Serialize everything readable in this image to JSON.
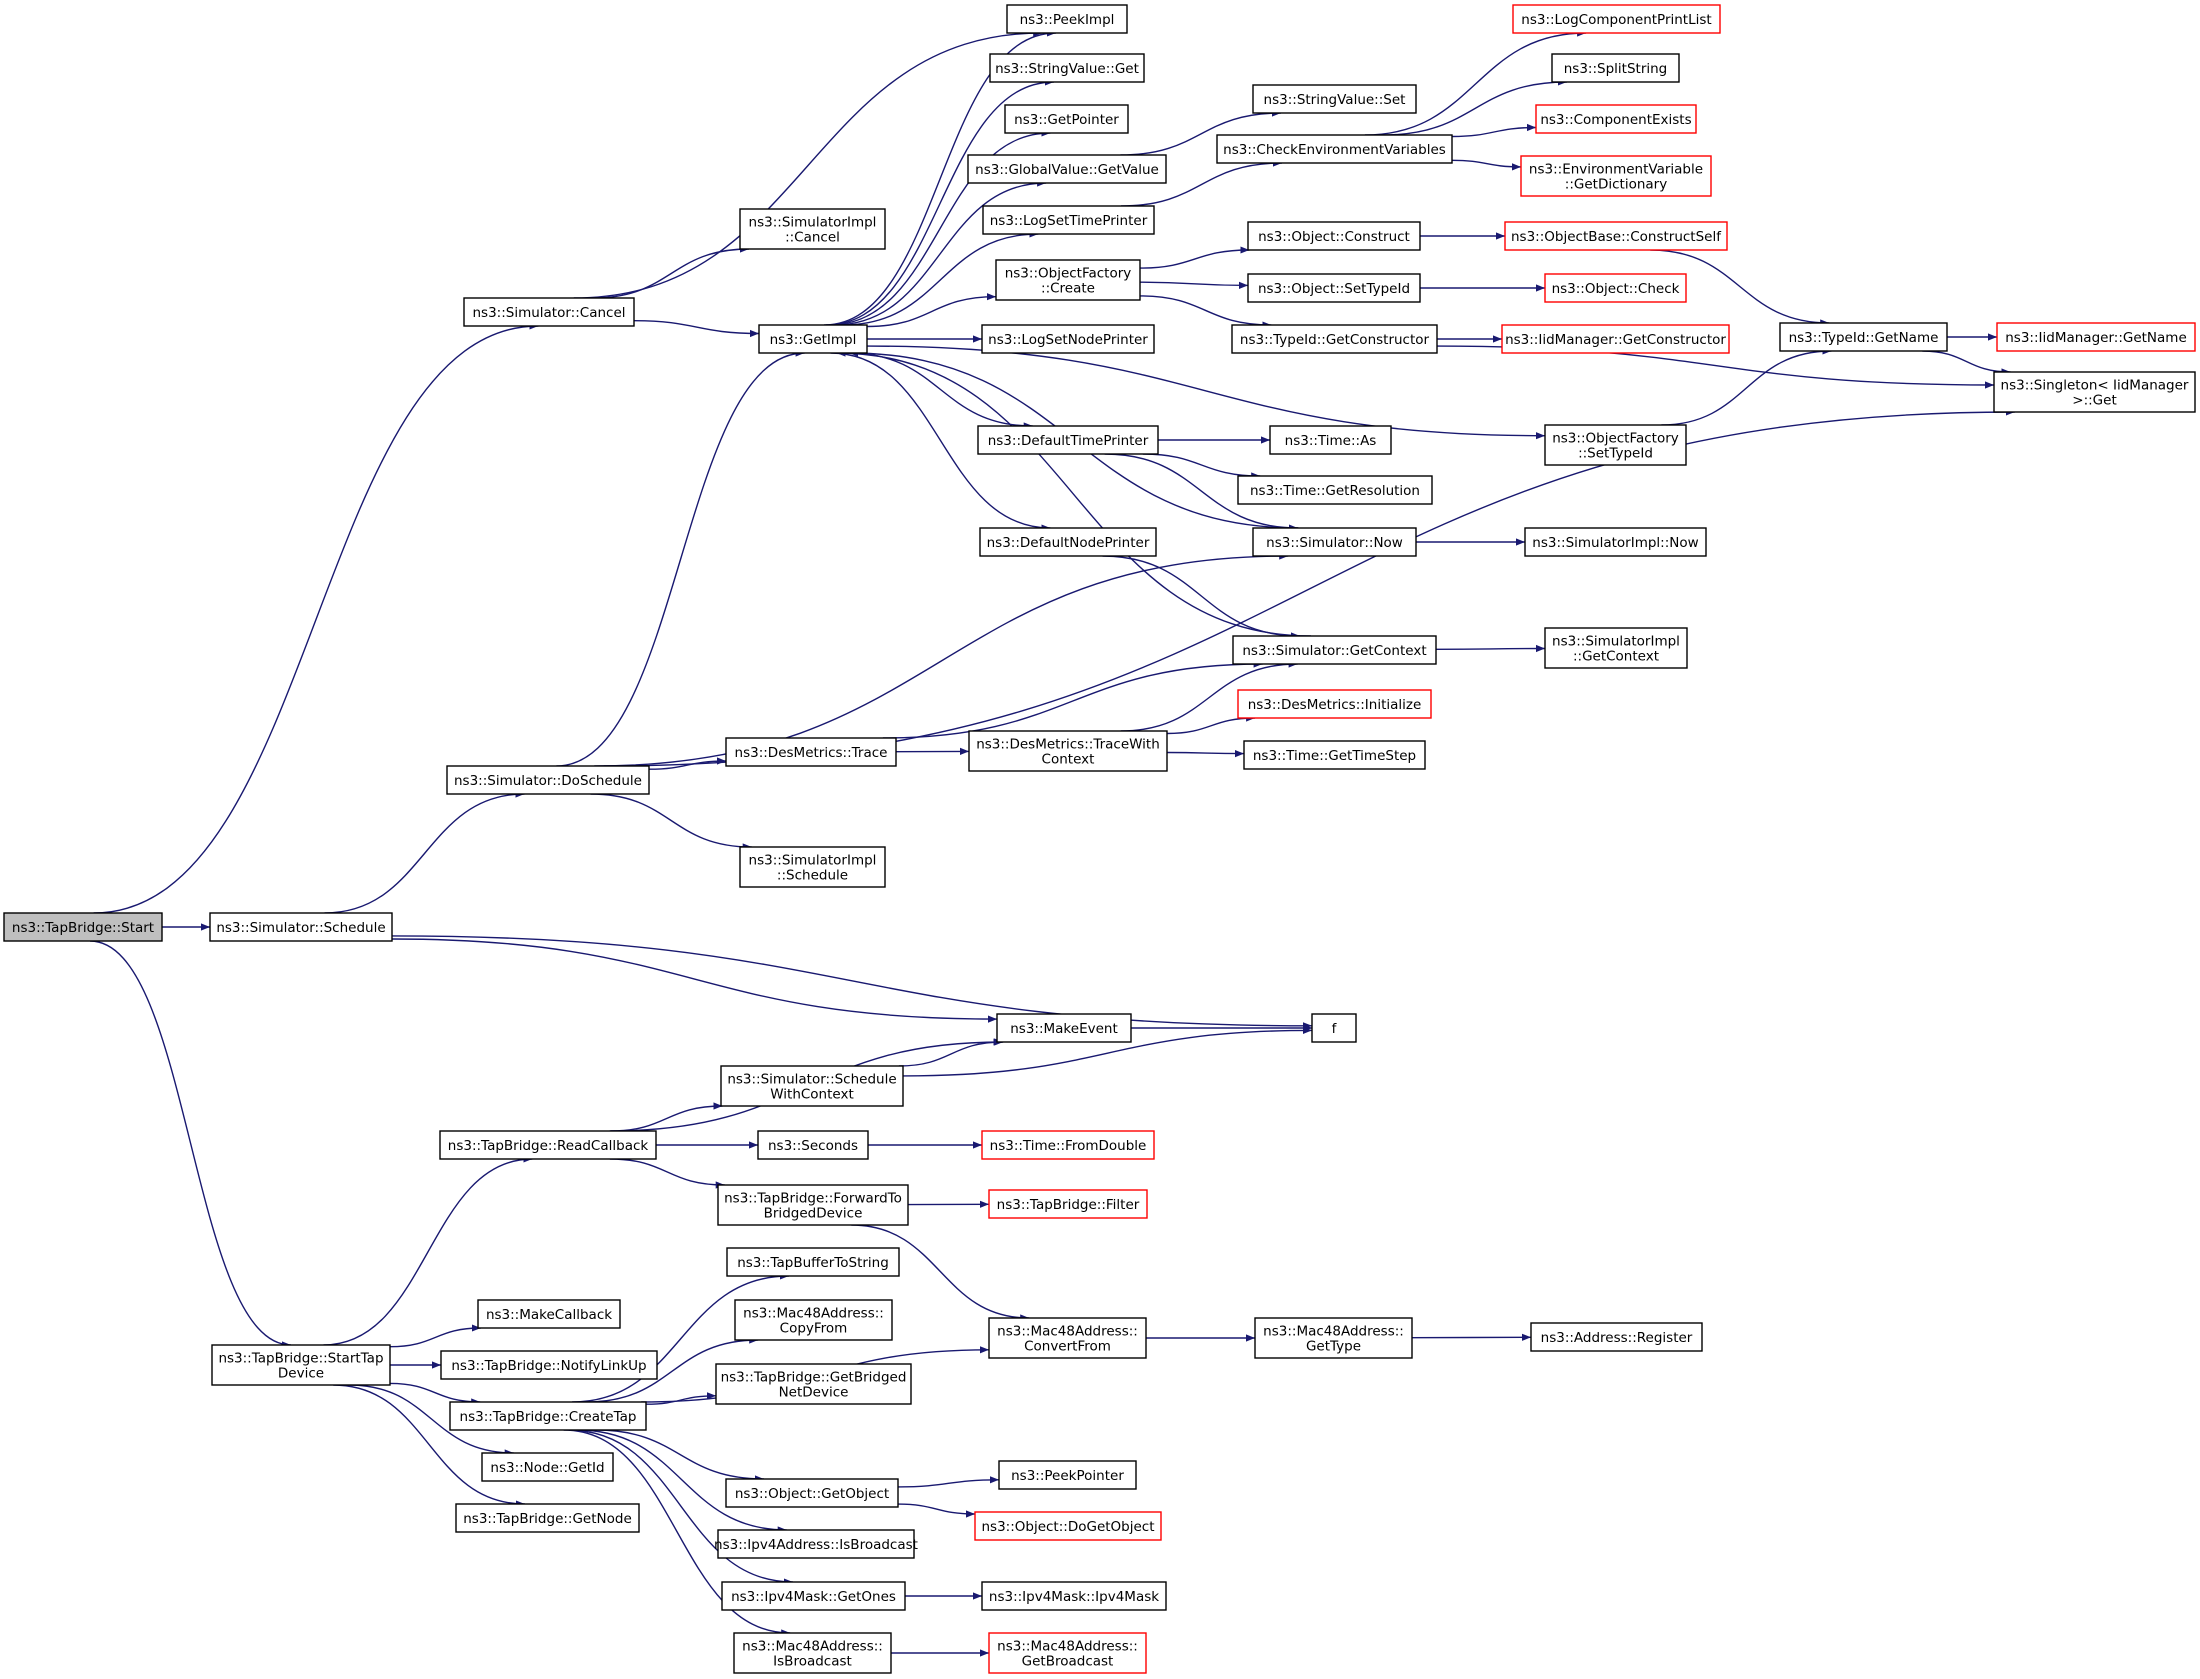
{
  "colors": {
    "edge": "#191970",
    "root_fill": "#bfbfbf",
    "truncated_border": "#ff0000",
    "border": "#000000"
  },
  "nodes": {
    "start": {
      "lines": [
        "ns3::TapBridge::Start"
      ],
      "root": true
    },
    "schedule": {
      "lines": [
        "ns3::Simulator::Schedule"
      ]
    },
    "starttapdevice": {
      "lines": [
        "ns3::TapBridge::StartTap",
        "Device"
      ]
    },
    "cancel": {
      "lines": [
        "ns3::Simulator::Cancel"
      ]
    },
    "doschedule": {
      "lines": [
        "ns3::Simulator::DoSchedule"
      ]
    },
    "readcallback": {
      "lines": [
        "ns3::TapBridge::ReadCallback"
      ]
    },
    "makecallback": {
      "lines": [
        "ns3::MakeCallback"
      ]
    },
    "notifylinkup": {
      "lines": [
        "ns3::TapBridge::NotifyLinkUp"
      ]
    },
    "createtap": {
      "lines": [
        "ns3::TapBridge::CreateTap"
      ]
    },
    "nodegetid": {
      "lines": [
        "ns3::Node::GetId"
      ]
    },
    "getnode": {
      "lines": [
        "ns3::TapBridge::GetNode"
      ]
    },
    "implcancel": {
      "lines": [
        "ns3::SimulatorImpl",
        "::Cancel"
      ]
    },
    "getimpl": {
      "lines": [
        "ns3::GetImpl"
      ]
    },
    "destrace": {
      "lines": [
        "ns3::DesMetrics::Trace"
      ]
    },
    "implschedule": {
      "lines": [
        "ns3::SimulatorImpl",
        "::Schedule"
      ]
    },
    "makeevent": {
      "lines": [
        "ns3::MakeEvent"
      ]
    },
    "schedwithctx": {
      "lines": [
        "ns3::Simulator::Schedule",
        "WithContext"
      ]
    },
    "seconds": {
      "lines": [
        "ns3::Seconds"
      ]
    },
    "forwardto": {
      "lines": [
        "ns3::TapBridge::ForwardTo",
        "BridgedDevice"
      ]
    },
    "tapbuffer": {
      "lines": [
        "ns3::TapBufferToString"
      ]
    },
    "mac48copy": {
      "lines": [
        "ns3::Mac48Address::",
        "CopyFrom"
      ]
    },
    "getbridged": {
      "lines": [
        "ns3::TapBridge::GetBridged",
        "NetDevice"
      ]
    },
    "getobject": {
      "lines": [
        "ns3::Object::GetObject"
      ]
    },
    "ipv4bcast": {
      "lines": [
        "ns3::Ipv4Address::IsBroadcast"
      ]
    },
    "ipv4ones": {
      "lines": [
        "ns3::Ipv4Mask::GetOnes"
      ]
    },
    "mac48isbcast": {
      "lines": [
        "ns3::Mac48Address::",
        "IsBroadcast"
      ]
    },
    "peekimpl": {
      "lines": [
        "ns3::PeekImpl"
      ]
    },
    "strget": {
      "lines": [
        "ns3::StringValue::Get"
      ]
    },
    "getpointer": {
      "lines": [
        "ns3::GetPointer"
      ]
    },
    "gvgetvalue": {
      "lines": [
        "ns3::GlobalValue::GetValue"
      ]
    },
    "logsettime": {
      "lines": [
        "ns3::LogSetTimePrinter"
      ]
    },
    "ofcreate": {
      "lines": [
        "ns3::ObjectFactory",
        "::Create"
      ]
    },
    "logsetnode": {
      "lines": [
        "ns3::LogSetNodePrinter"
      ]
    },
    "deftimeprinter": {
      "lines": [
        "ns3::DefaultTimePrinter"
      ]
    },
    "defnodeprinter": {
      "lines": [
        "ns3::DefaultNodePrinter"
      ]
    },
    "tracewithctx": {
      "lines": [
        "ns3::DesMetrics::TraceWith",
        "Context"
      ]
    },
    "f": {
      "lines": [
        "f"
      ]
    },
    "fromdouble": {
      "lines": [
        "ns3::Time::FromDouble"
      ],
      "red": true
    },
    "filter": {
      "lines": [
        "ns3::TapBridge::Filter"
      ],
      "red": true
    },
    "mac48convert": {
      "lines": [
        "ns3::Mac48Address::",
        "ConvertFrom"
      ]
    },
    "peekpointer": {
      "lines": [
        "ns3::PeekPointer"
      ]
    },
    "dogetobject": {
      "lines": [
        "ns3::Object::DoGetObject"
      ],
      "red": true
    },
    "ipv4mask": {
      "lines": [
        "ns3::Ipv4Mask::Ipv4Mask"
      ]
    },
    "mac48getbcast": {
      "lines": [
        "ns3::Mac48Address::",
        "GetBroadcast"
      ],
      "red": true
    },
    "strset": {
      "lines": [
        "ns3::StringValue::Set"
      ]
    },
    "checkenv": {
      "lines": [
        "ns3::CheckEnvironmentVariables"
      ]
    },
    "objconstruct": {
      "lines": [
        "ns3::Object::Construct"
      ]
    },
    "objsettypeid": {
      "lines": [
        "ns3::Object::SetTypeId"
      ]
    },
    "typeidgetctor": {
      "lines": [
        "ns3::TypeId::GetConstructor"
      ]
    },
    "timeas": {
      "lines": [
        "ns3::Time::As"
      ]
    },
    "timegetres": {
      "lines": [
        "ns3::Time::GetResolution"
      ]
    },
    "simnow": {
      "lines": [
        "ns3::Simulator::Now"
      ]
    },
    "simgetctx": {
      "lines": [
        "ns3::Simulator::GetContext"
      ]
    },
    "desinit": {
      "lines": [
        "ns3::DesMetrics::Initialize"
      ],
      "red": true
    },
    "gettimestep": {
      "lines": [
        "ns3::Time::GetTimeStep"
      ]
    },
    "mac48gettype": {
      "lines": [
        "ns3::Mac48Address::",
        "GetType"
      ]
    },
    "logcomplist": {
      "lines": [
        "ns3::LogComponentPrintList"
      ],
      "red": true
    },
    "splitstring": {
      "lines": [
        "ns3::SplitString"
      ]
    },
    "compexists": {
      "lines": [
        "ns3::ComponentExists"
      ],
      "red": true
    },
    "envgetdict": {
      "lines": [
        "ns3::EnvironmentVariable",
        "::GetDictionary"
      ],
      "red": true
    },
    "constructself": {
      "lines": [
        "ns3::ObjectBase::ConstructSelf"
      ],
      "red": true
    },
    "objcheck": {
      "lines": [
        "ns3::Object::Check"
      ],
      "red": true
    },
    "iidgetctor": {
      "lines": [
        "ns3::IidManager::GetConstructor"
      ],
      "red": true
    },
    "ofsettypeid": {
      "lines": [
        "ns3::ObjectFactory",
        "::SetTypeId"
      ]
    },
    "implnow": {
      "lines": [
        "ns3::SimulatorImpl::Now"
      ]
    },
    "implgetctx": {
      "lines": [
        "ns3::SimulatorImpl",
        "::GetContext"
      ]
    },
    "addrregister": {
      "lines": [
        "ns3::Address::Register"
      ]
    },
    "typeidgetname": {
      "lines": [
        "ns3::TypeId::GetName"
      ]
    },
    "iidgetname": {
      "lines": [
        "ns3::IidManager::GetName"
      ],
      "red": true
    },
    "singletonget": {
      "lines": [
        "ns3::Singleton< IidManager",
        " >::Get"
      ]
    }
  }
}
